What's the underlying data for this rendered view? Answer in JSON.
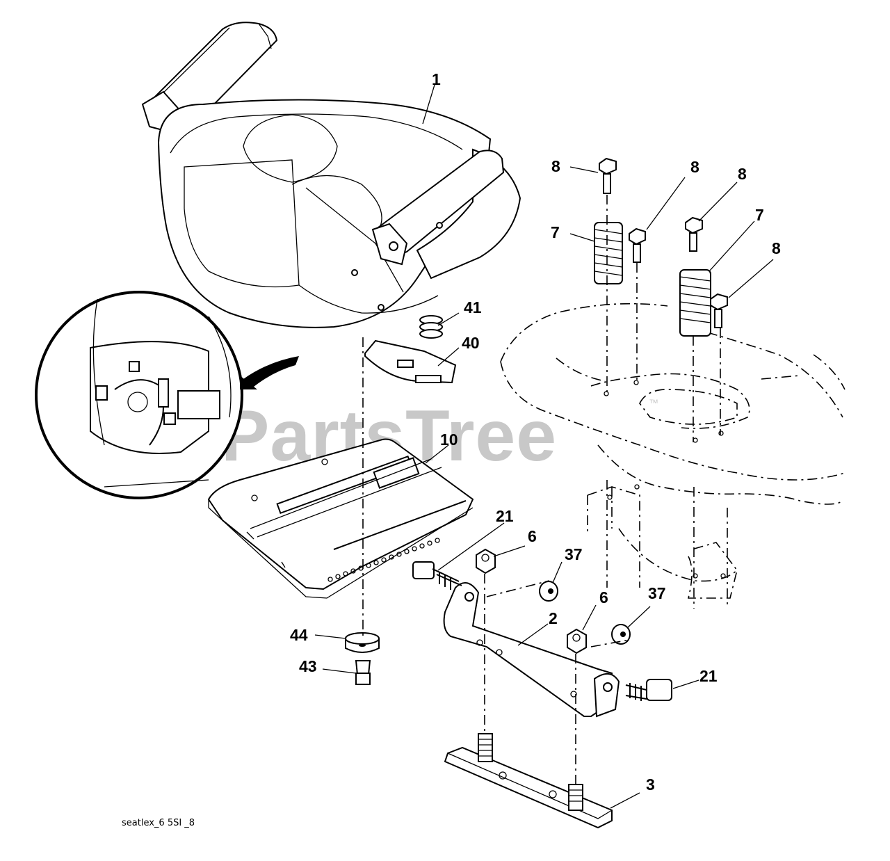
{
  "watermark": {
    "text": "PartsTree",
    "trademark": "™"
  },
  "footer": {
    "code": "seatlex_6 5SI _8"
  },
  "callouts": [
    {
      "key": "c1",
      "label": "1"
    },
    {
      "key": "c8a",
      "label": "8"
    },
    {
      "key": "c8b",
      "label": "8"
    },
    {
      "key": "c8c",
      "label": "8"
    },
    {
      "key": "c8d",
      "label": "8"
    },
    {
      "key": "c7a",
      "label": "7"
    },
    {
      "key": "c7b",
      "label": "7"
    },
    {
      "key": "c41",
      "label": "41"
    },
    {
      "key": "c40",
      "label": "40"
    },
    {
      "key": "c10",
      "label": "10"
    },
    {
      "key": "c21a",
      "label": "21"
    },
    {
      "key": "c6a",
      "label": "6"
    },
    {
      "key": "c37a",
      "label": "37"
    },
    {
      "key": "c6b",
      "label": "6"
    },
    {
      "key": "c37b",
      "label": "37"
    },
    {
      "key": "c2",
      "label": "2"
    },
    {
      "key": "c21b",
      "label": "21"
    },
    {
      "key": "c44",
      "label": "44"
    },
    {
      "key": "c43",
      "label": "43"
    },
    {
      "key": "c3",
      "label": "3"
    }
  ],
  "parts": [
    {
      "key": "seat",
      "icon": "seat"
    },
    {
      "key": "seat-pan",
      "icon": "seat-pan"
    },
    {
      "key": "bracket",
      "icon": "bracket"
    },
    {
      "key": "base-plate",
      "icon": "base-plate"
    },
    {
      "key": "fender",
      "icon": "fender"
    },
    {
      "key": "detail-view",
      "icon": "magnified-circle"
    }
  ]
}
